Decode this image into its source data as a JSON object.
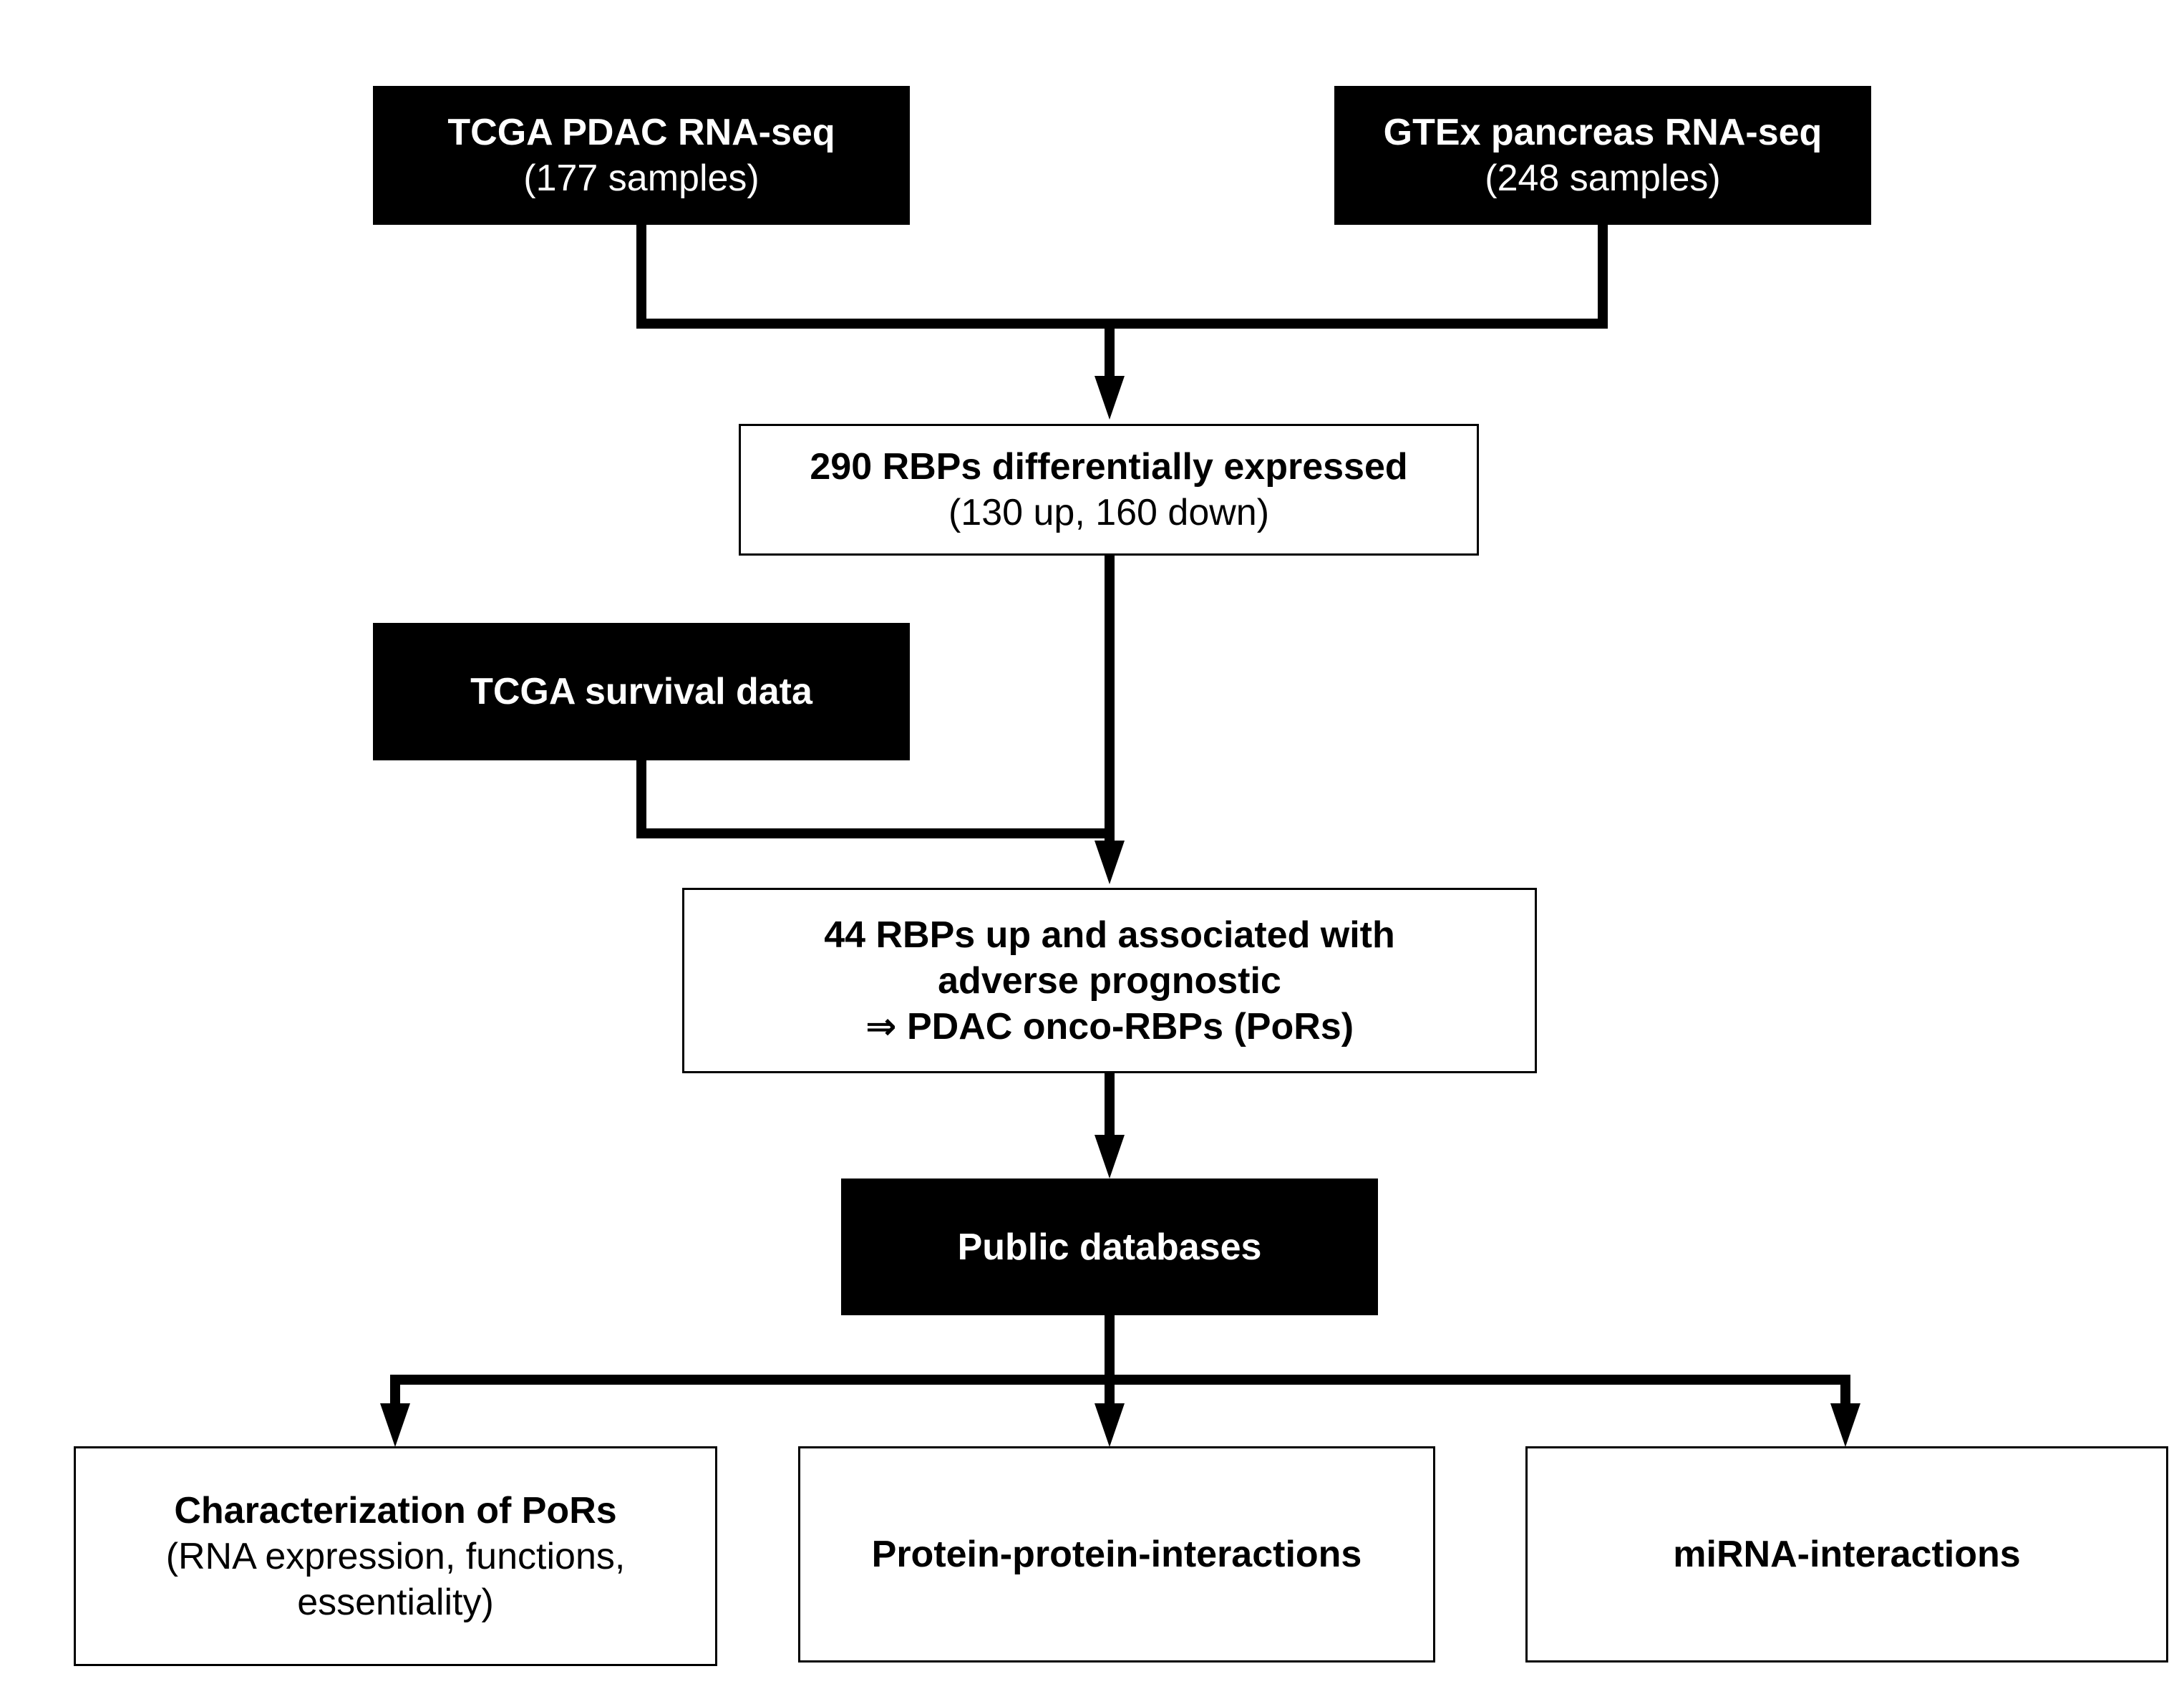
{
  "nodes": {
    "tcga_rnaseq": {
      "line1": "TCGA PDAC RNA-seq",
      "line2": "(177 samples)"
    },
    "gtex_rnaseq": {
      "line1": "GTEx pancreas RNA-seq",
      "line2": "(248 samples)"
    },
    "diff_expressed": {
      "line1": "290 RBPs differentially expressed",
      "line2": "(130 up, 160 down)"
    },
    "survival": {
      "line1": "TCGA survival data"
    },
    "onco_rbps": {
      "line1": "44 RBPs up and associated with",
      "line2": "adverse prognostic",
      "line3": "⇒ PDAC onco-RBPs (PoRs)"
    },
    "public_databases": {
      "line1": "Public databases"
    },
    "characterization": {
      "line1": "Characterization of PoRs",
      "line2": "(RNA expression, functions,",
      "line3": "essentiality)"
    },
    "ppi": {
      "line1": "Protein-protein-interactions"
    },
    "mirna": {
      "line1": "miRNA-interactions"
    }
  },
  "colors": {
    "dark_node_background": "#000000",
    "dark_node_text": "#ffffff",
    "light_node_background": "#ffffff",
    "light_node_border": "#000000",
    "light_node_text": "#000000",
    "connector_line": "#000000",
    "page_background": "#ffffff"
  }
}
